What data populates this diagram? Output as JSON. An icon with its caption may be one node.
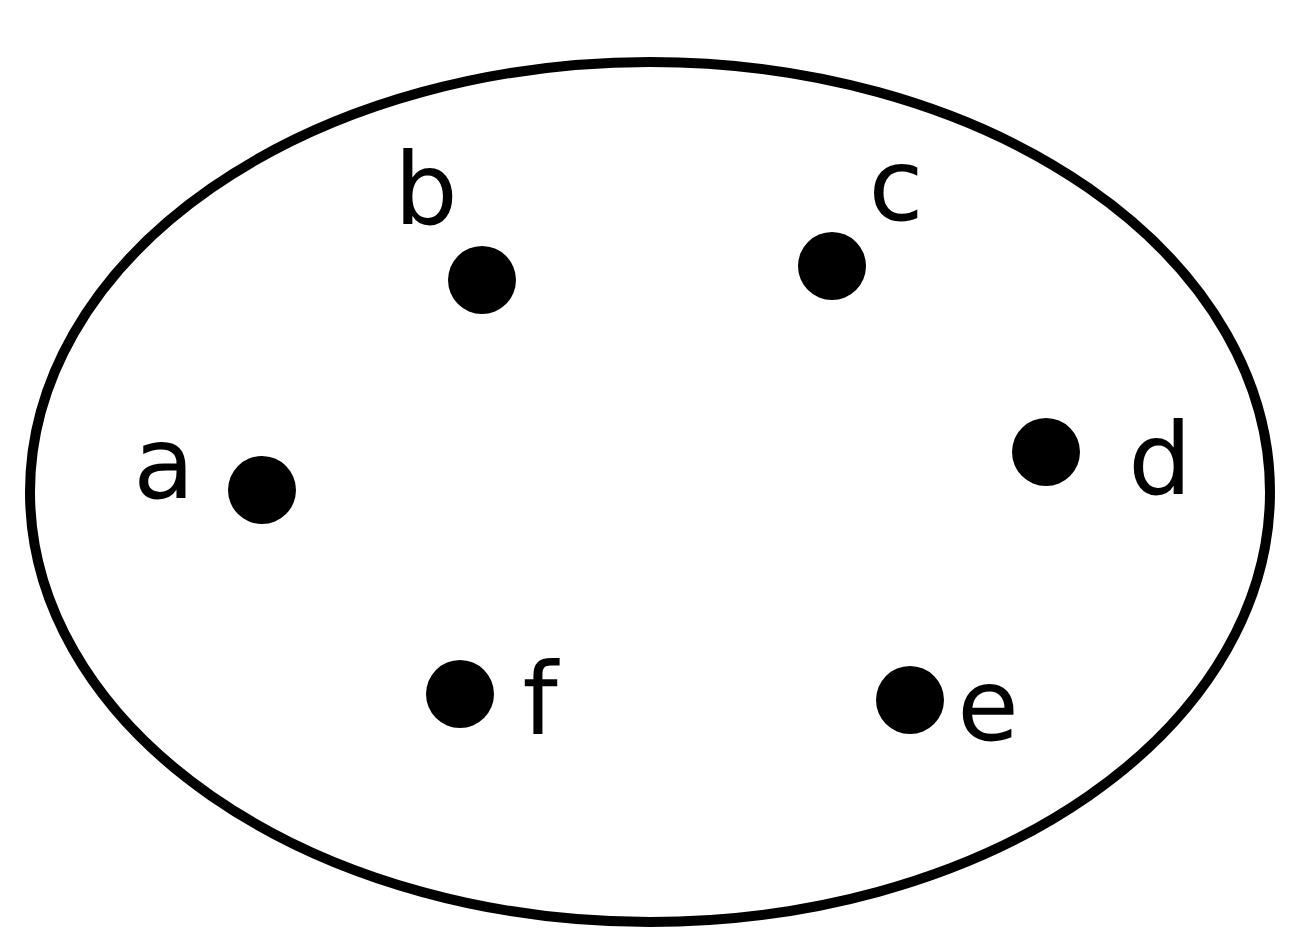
{
  "diagram": {
    "nodes": [
      {
        "text": [],
        "shape": "ellipse"
      },
      {
        "text": [],
        "shape": "circle",
        "in": 0,
        "beside": [
          "b"
        ]
      },
      {
        "text": [],
        "shape": "circle",
        "in": 0,
        "beside": [
          "c"
        ]
      },
      {
        "text": [],
        "shape": "circle",
        "in": 0,
        "beside": [
          "a"
        ]
      },
      {
        "text": [],
        "shape": "circle",
        "in": 0,
        "beside": [
          "d"
        ]
      },
      {
        "text": [],
        "shape": "circle",
        "in": 0,
        "beside": [
          "f"
        ]
      },
      {
        "text": [],
        "shape": "circle",
        "in": 0,
        "beside": [
          "e"
        ]
      }
    ]
  }
}
